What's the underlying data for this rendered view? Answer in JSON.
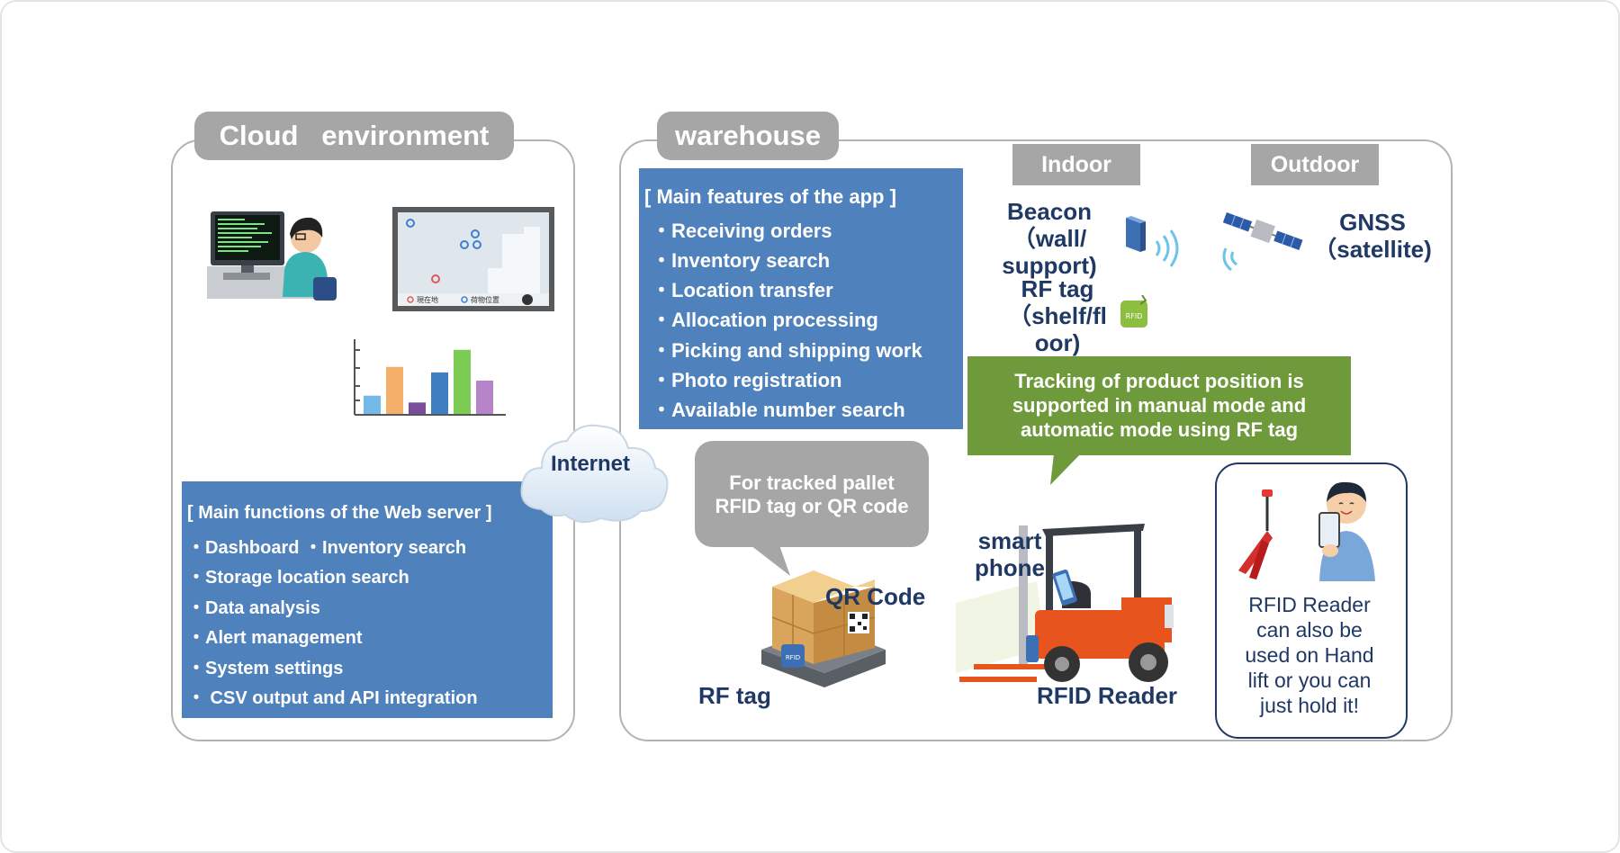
{
  "cloud": {
    "tab_label": "Cloud   environment",
    "functions": {
      "heading": "[ Main functions of the Web server ]",
      "items": [
        "・Dashboard  ・Inventory search",
        "・Storage location search",
        "・Data analysis",
        "・Alert management",
        "・System settings",
        "・ CSV output and API integration"
      ]
    }
  },
  "internet_label": "Internet",
  "warehouse": {
    "tab_label": "warehouse",
    "app_features": {
      "heading": "[ Main features of the app ]",
      "items": [
        "・Receiving orders",
        "・Inventory search",
        "・Location transfer",
        "・Allocation processing",
        "・Picking and shipping work",
        "・Photo registration",
        "・Available number search"
      ]
    },
    "indoor_label": "Indoor",
    "outdoor_label": "Outdoor",
    "beacon_text": [
      "Beacon",
      "（wall/",
      "support)"
    ],
    "rftag_indoor_text": [
      "RF tag",
      "（shelf/fl",
      "oor)"
    ],
    "rfid_badge": "RFID",
    "gnss_text": [
      "GNSS",
      "（satellite)"
    ],
    "tracking_callout": [
      "Tracking of product position is",
      "supported in manual mode and",
      "automatic mode using RF tag"
    ],
    "pallet_callout": [
      "For tracked pallet",
      "RFID tag or QR code"
    ],
    "qr_code_label": "QR Code",
    "rf_tag_label": "RF tag",
    "smartphone_text": [
      "smart",
      "phone"
    ],
    "rfid_reader_label": "RFID Reader",
    "hand_lift_text": [
      "RFID Reader",
      "can also be",
      "used on Hand",
      "lift or you can",
      "just hold it!"
    ]
  },
  "map_screen_legend": [
    "現在地",
    "荷物位置"
  ],
  "chart_bars": [
    0.28,
    0.7,
    0.18,
    0.62,
    0.95,
    0.5
  ],
  "colors": {
    "panel_border": "#b3b3b3",
    "tab_gray": "#a6a6a6",
    "blue_box": "#4f81bd",
    "navy_text": "#1f3864",
    "green_callout": "#6f9a3c",
    "gray_callout": "#a6a6a6",
    "forklift_orange": "#e8541e"
  }
}
